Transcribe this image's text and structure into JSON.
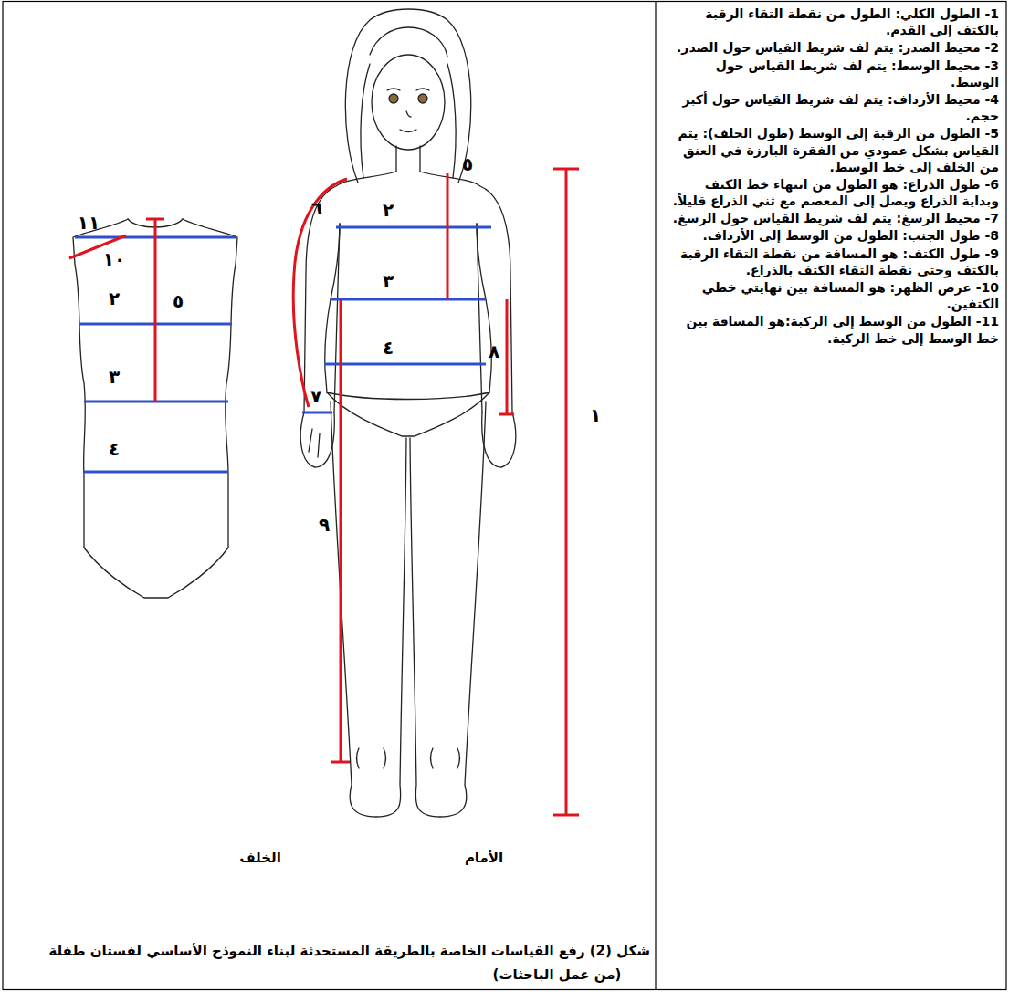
{
  "diagram": {
    "caption": "شكل (2) رفع القياسات الخاصة بالطريقة المستحدثة لبناء النموذج الأساسي لفستان طفلة",
    "nodes": [
      {
        "text": [
          "1- الطول الكلي: الطول من نقطة التقاء الرقبة بالكتف إلى القدم.",
          "2- محيط الصدر: يتم لف شريط القياس حول الصدر.",
          "3- محيط الوسط: يتم لف شريط القياس حول الوسط.",
          "4- محيط الأرداف: يتم لف شريط القياس حول أكبر حجم.",
          "5- الطول من الرقبة إلى الوسط (طول الخلف): يتم القياس بشكل عمودي من الفقرة البارزة في العنق من الخلف إلى خط الوسط.",
          "6- طول الذراع: هو الطول من انتهاء خط الكتف وبداية الذراع ويصل إلى المعصم مع ثني الذراع قليلاً.",
          "7- محيط الرسغ: يتم لف شريط القياس حول الرسغ.",
          "8- طول الجنب: الطول من الوسط إلى الأرداف.",
          "9- طول الكتف: هو المسافة من نقطة التقاء الرقبة بالكتف وحتى نقطة التقاء الكتف بالذراع.",
          "10- عرض الظهر: هو المسافة بين نهايتي خطي الكتفين.",
          "11- الطول من الوسط إلى الركبة:هو المسافة بين خط الوسط إلى خط الركبة."
        ]
      }
    ],
    "labels": [
      "٥",
      "٢",
      "٣",
      "٤",
      "١",
      "٦",
      "٧",
      "٨",
      "٩",
      "١١",
      "١٠",
      "٥",
      "٢",
      "٣",
      "٤",
      "الخلف",
      "الأمام",
      "(من عمل الباحثات)"
    ]
  }
}
